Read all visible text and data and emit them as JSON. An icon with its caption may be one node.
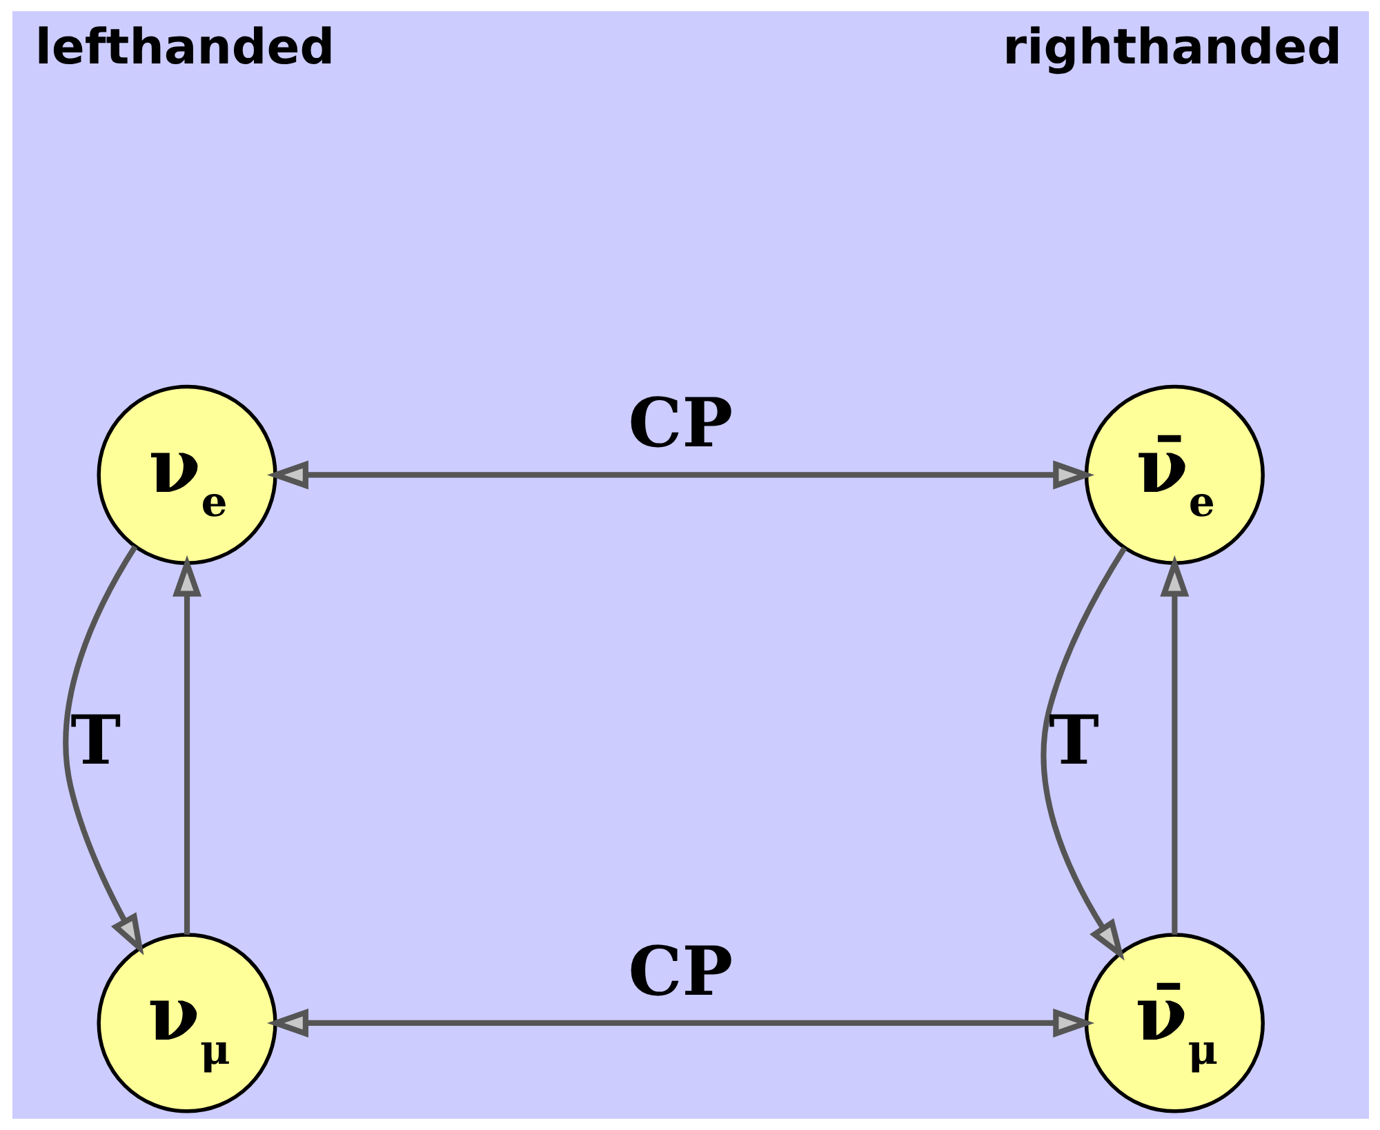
{
  "diagram": {
    "nodes": [
      {
        "text": [
          "ν$_{e}$"
        ]
      },
      {
        "text": [
          "ν̄$_{e}$"
        ]
      },
      {
        "text": [
          "ν$_{μ}$"
        ]
      },
      {
        "text": [
          "ν̄$_{μ}$"
        ]
      }
    ],
    "edges": [
      {
        "from": 0,
        "to": 1,
        "arrow": "both",
        "label": "CP"
      },
      {
        "from": 0,
        "to": 2,
        "arrow": "to",
        "label": "T"
      },
      {
        "from": 2,
        "to": 0,
        "arrow": "to"
      },
      {
        "from": 1,
        "to": 3,
        "arrow": "to",
        "label": "T"
      },
      {
        "from": 3,
        "to": 1,
        "arrow": "to"
      },
      {
        "from": 2,
        "to": 3,
        "arrow": "both",
        "label": "CP"
      }
    ],
    "labels": [
      "lefthanded",
      "righthanded"
    ]
  }
}
